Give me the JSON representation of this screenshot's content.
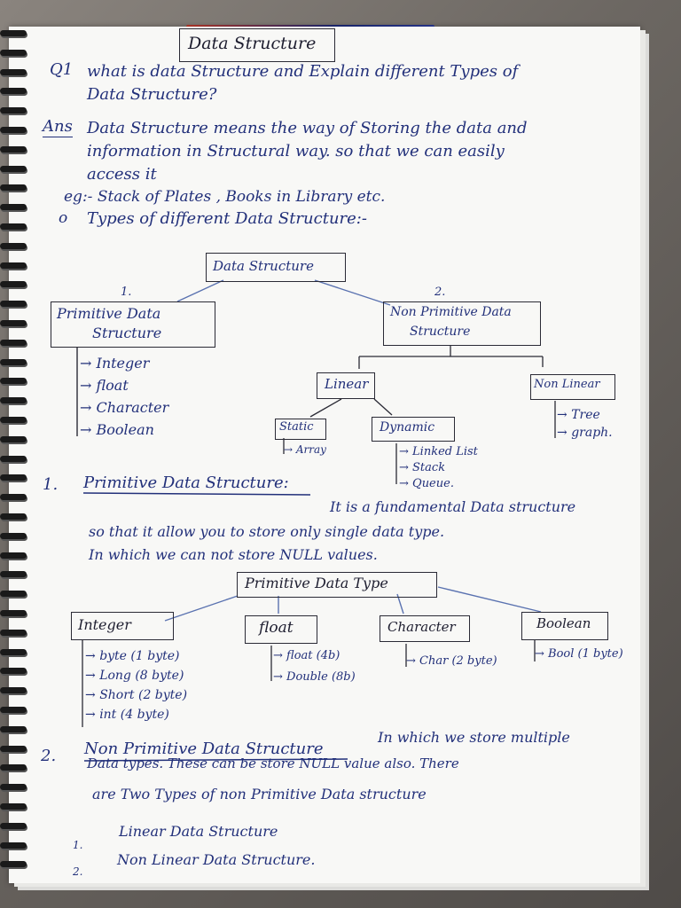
{
  "title": "Data Structure",
  "question": {
    "number": "Q1",
    "line1": "what is data Structure and Explain different Types of",
    "line2": "Data Structure?"
  },
  "answer": {
    "label": "Ans",
    "line1": "Data Structure means the way of Storing the data and",
    "line2": "information in Structural way. so that we can easily",
    "line3": "access it",
    "example": "eg:- Stack of Plates , Books in Library etc.",
    "types_heading": "Types of different Data Structure:-",
    "bullet": "o"
  },
  "tree1": {
    "root": "Data Structure",
    "left_num": "1.",
    "left_line1": "Primitive Data",
    "left_line2": "Structure",
    "left_items": [
      "Integer",
      "float",
      "Character",
      "Boolean"
    ],
    "right_num": "2.",
    "right_line1": "Non Primitive Data",
    "right_line2": "Structure",
    "linear": "Linear",
    "non_linear": "Non Linear",
    "non_linear_items": [
      "Tree",
      "graph."
    ],
    "static": "Static",
    "static_items": [
      "Array"
    ],
    "dynamic": "Dynamic",
    "dynamic_items": [
      "Linked List",
      "Stack",
      "Queue."
    ]
  },
  "section1": {
    "number": "1.",
    "heading": "Primitive Data Structure:",
    "line1": "It is a fundamental Data structure",
    "line2": "so that it allow you to store only single data type.",
    "line3": "In which we can not store NULL values."
  },
  "tree2": {
    "root": "Primitive Data Type",
    "integer": "Integer",
    "integer_items": [
      "byte (1 byte)",
      "Long (8 byte)",
      "Short (2 byte)",
      "int (4 byte)"
    ],
    "float": "float",
    "float_items": [
      "float (4b)",
      "Double (8b)"
    ],
    "character": "Character",
    "character_items": [
      "Char (2 byte)"
    ],
    "boolean": "Boolean",
    "boolean_items": [
      "Bool (1 byte)"
    ]
  },
  "section2": {
    "number": "2.",
    "heading": "Non Primitive Data Structure",
    "line1_rest": "In which we store multiple",
    "line2": "Data types. These can be store NULL value also. There",
    "line3": "are Two Types of non Primitive Data structure",
    "items": [
      {
        "num": "1.",
        "text": "Linear Data Structure"
      },
      {
        "num": "2.",
        "text": "Non Linear Data Structure."
      }
    ]
  },
  "colors": {
    "ink": "#22307a",
    "box": "#2a2a35",
    "paper": "#f8f8f6"
  }
}
